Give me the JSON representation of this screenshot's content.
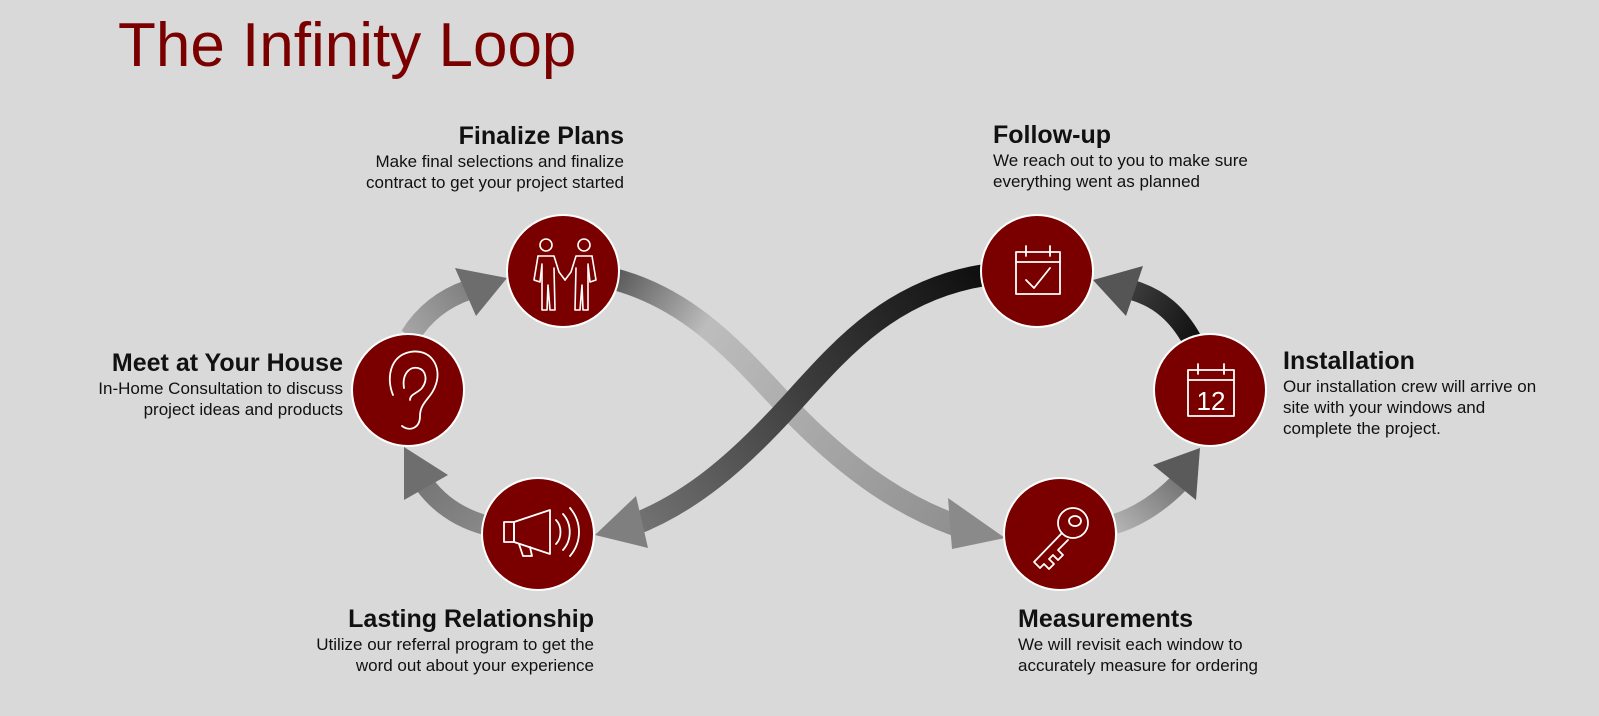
{
  "title": "The Infinity Loop",
  "steps": {
    "finalize": {
      "heading": "Finalize Plans",
      "line1": "Make final selections and finalize",
      "line2": "contract to get your project started",
      "icon": "handshake-icon"
    },
    "meet": {
      "heading": "Meet at Your House",
      "line1": "In-Home Consultation to discuss",
      "line2": "project ideas and products",
      "icon": "ear-icon"
    },
    "lasting": {
      "heading": "Lasting Relationship",
      "line1": "Utilize our referral program to get the",
      "line2": "word out about your experience",
      "icon": "megaphone-icon"
    },
    "followup": {
      "heading": "Follow-up",
      "line1": "We reach out to you to make sure",
      "line2": "everything went as planned",
      "icon": "calendar-check-icon"
    },
    "installation": {
      "heading": "Installation",
      "line1": "Our installation crew will arrive on",
      "line2": "site with your windows and",
      "line3": "complete the project.",
      "icon": "calendar-icon",
      "icon_text": "12"
    },
    "measurements": {
      "heading": "Measurements",
      "line1": "We will revisit each window to",
      "line2": "accurately measure for ordering",
      "icon": "key-icon"
    }
  },
  "colors": {
    "background": "#d9d9d9",
    "accent": "#7a0000",
    "circle_fill": "#7a0000",
    "text": "#111111"
  }
}
